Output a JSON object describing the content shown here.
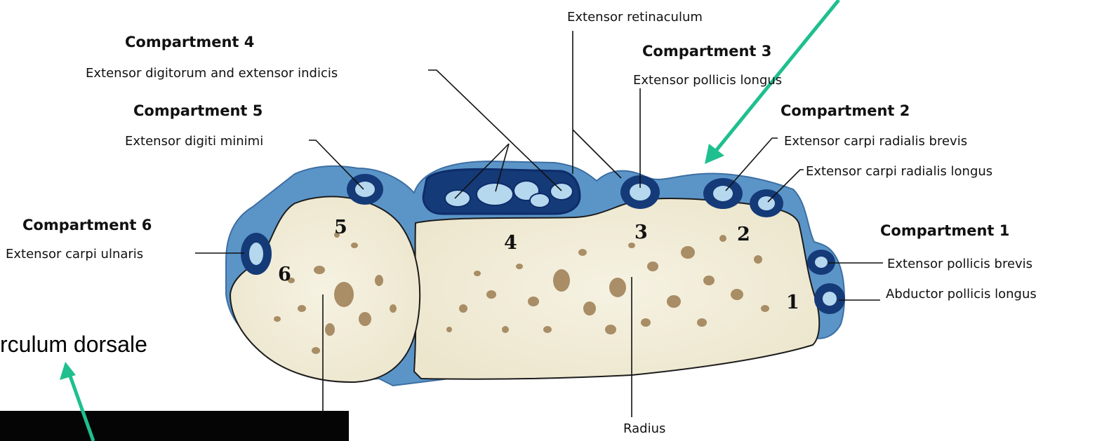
{
  "compartments": {
    "c1": {
      "heading": "Compartment 1",
      "muscle_a": "Extensor pollicis brevis",
      "muscle_b": "Abductor pollicis longus",
      "number": "1"
    },
    "c2": {
      "heading": "Compartment 2",
      "muscle_a": "Extensor carpi radialis brevis",
      "muscle_b": "Extensor carpi radialis longus",
      "number": "2"
    },
    "c3": {
      "heading": "Compartment 3",
      "muscle": "Extensor pollicis longus",
      "number": "3"
    },
    "c4": {
      "heading": "Compartment 4",
      "muscle": "Extensor digitorum and extensor indicis",
      "number": "4"
    },
    "c5": {
      "heading": "Compartment 5",
      "muscle": "Extensor digiti minimi",
      "number": "5"
    },
    "c6": {
      "heading": "Compartment 6",
      "muscle": "Extensor carpi ulnaris",
      "number": "6"
    }
  },
  "labels": {
    "retinaculum": "Extensor retinaculum",
    "radius": "Radius",
    "overlay_text": "rculum dorsale"
  },
  "colors": {
    "arrow": "#1fbf8f",
    "sheath": "#5b95c8",
    "tendon_outline": "#0e2c6a",
    "bone_fill": "#f3efdd",
    "bone_spots": "#9c7d52"
  }
}
